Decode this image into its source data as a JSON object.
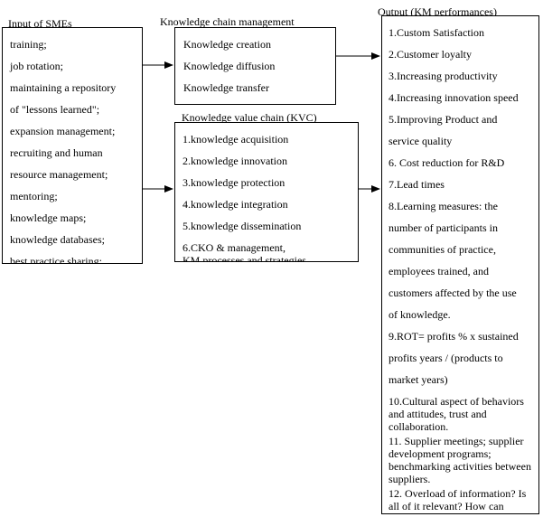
{
  "inputs": {
    "title": "Input of SMEs",
    "items": [
      "training;",
      "job rotation;",
      "maintaining a repository",
      "of \"lessons learned\";",
      "expansion management;",
      "recruiting and human",
      "resource management;",
      "mentoring;",
      "knowledge maps;",
      "knowledge databases;",
      "best practice sharing;"
    ]
  },
  "knowledge_chain": {
    "title": "Knowledge chain management",
    "items": [
      "Knowledge creation",
      "Knowledge diffusion",
      "Knowledge transfer"
    ]
  },
  "value_chain": {
    "title": "Knowledge value chain (KVC)",
    "items": [
      "1.knowledge acquisition",
      "2.knowledge innovation",
      "3.knowledge protection",
      "4.knowledge integration",
      "5.knowledge dissemination",
      "6.CKO & management,",
      "KM processes and strategies"
    ]
  },
  "output": {
    "title": "Output (KM performances)",
    "lines": [
      "1.Custom Satisfaction",
      "2.Customer loyalty",
      "3.Increasing productivity",
      "4.Increasing innovation speed",
      "5.Improving Product and",
      "service quality",
      "6. Cost reduction for R&D",
      "7.Lead times",
      "8.Learning measures: the",
      "number of participants in",
      "communities of practice,",
      "employees trained, and",
      "customers affected by the use",
      "of knowledge.",
      "9.ROT= profits % x sustained",
      "profits years / (products to",
      "market years)"
    ],
    "paragraphs": [
      "10.Cultural aspect of behaviors and attitudes, trust and collaboration.",
      "11. Supplier meetings; supplier development programs; benchmarking activities between suppliers.",
      "12. Overload of information? Is all of it relevant? How can"
    ]
  }
}
